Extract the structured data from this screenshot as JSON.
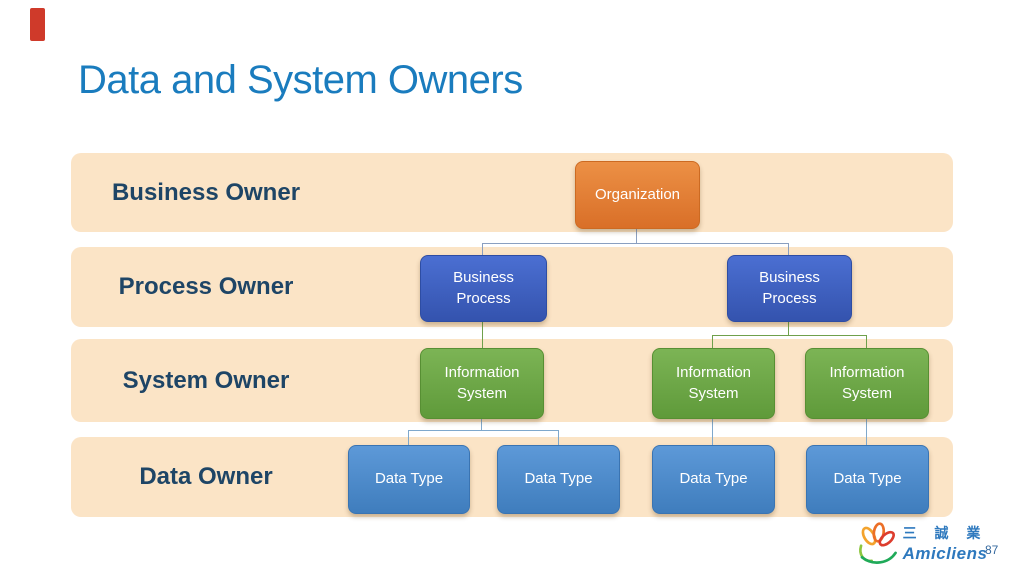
{
  "slide": {
    "title": "Data and System Owners",
    "page_number": "87"
  },
  "bands": [
    {
      "label": "Business Owner"
    },
    {
      "label": "Process Owner"
    },
    {
      "label": "System Owner"
    },
    {
      "label": "Data Owner"
    }
  ],
  "diagram": {
    "organization": {
      "label": "Organization"
    },
    "business_process_1": {
      "label": "Business\nProcess"
    },
    "business_process_2": {
      "label": "Business\nProcess"
    },
    "information_system_1": {
      "label": "Information\nSystem"
    },
    "information_system_2": {
      "label": "Information\nSystem"
    },
    "information_system_3": {
      "label": "Information\nSystem"
    },
    "data_type_1": {
      "label": "Data Type"
    },
    "data_type_2": {
      "label": "Data Type"
    },
    "data_type_3": {
      "label": "Data Type"
    },
    "data_type_4": {
      "label": "Data Type"
    }
  },
  "logo": {
    "cjk": "三 誠 業",
    "name": "Amicliens"
  },
  "colors": {
    "title": "#1a7cbe",
    "accent_bar": "#cf3a2a",
    "band_bg": "#fbe4c6",
    "band_label": "#1e4566",
    "organization": "#d96f28",
    "business_process": "#3453ae",
    "information_system": "#5f9a3a",
    "data_type": "#3f7dbd",
    "connector_blue_gray": "#8a9fc0",
    "connector_green": "#6fa04b",
    "connector_light_blue": "#7fa8cc",
    "logo_blue": "#2e79be"
  }
}
